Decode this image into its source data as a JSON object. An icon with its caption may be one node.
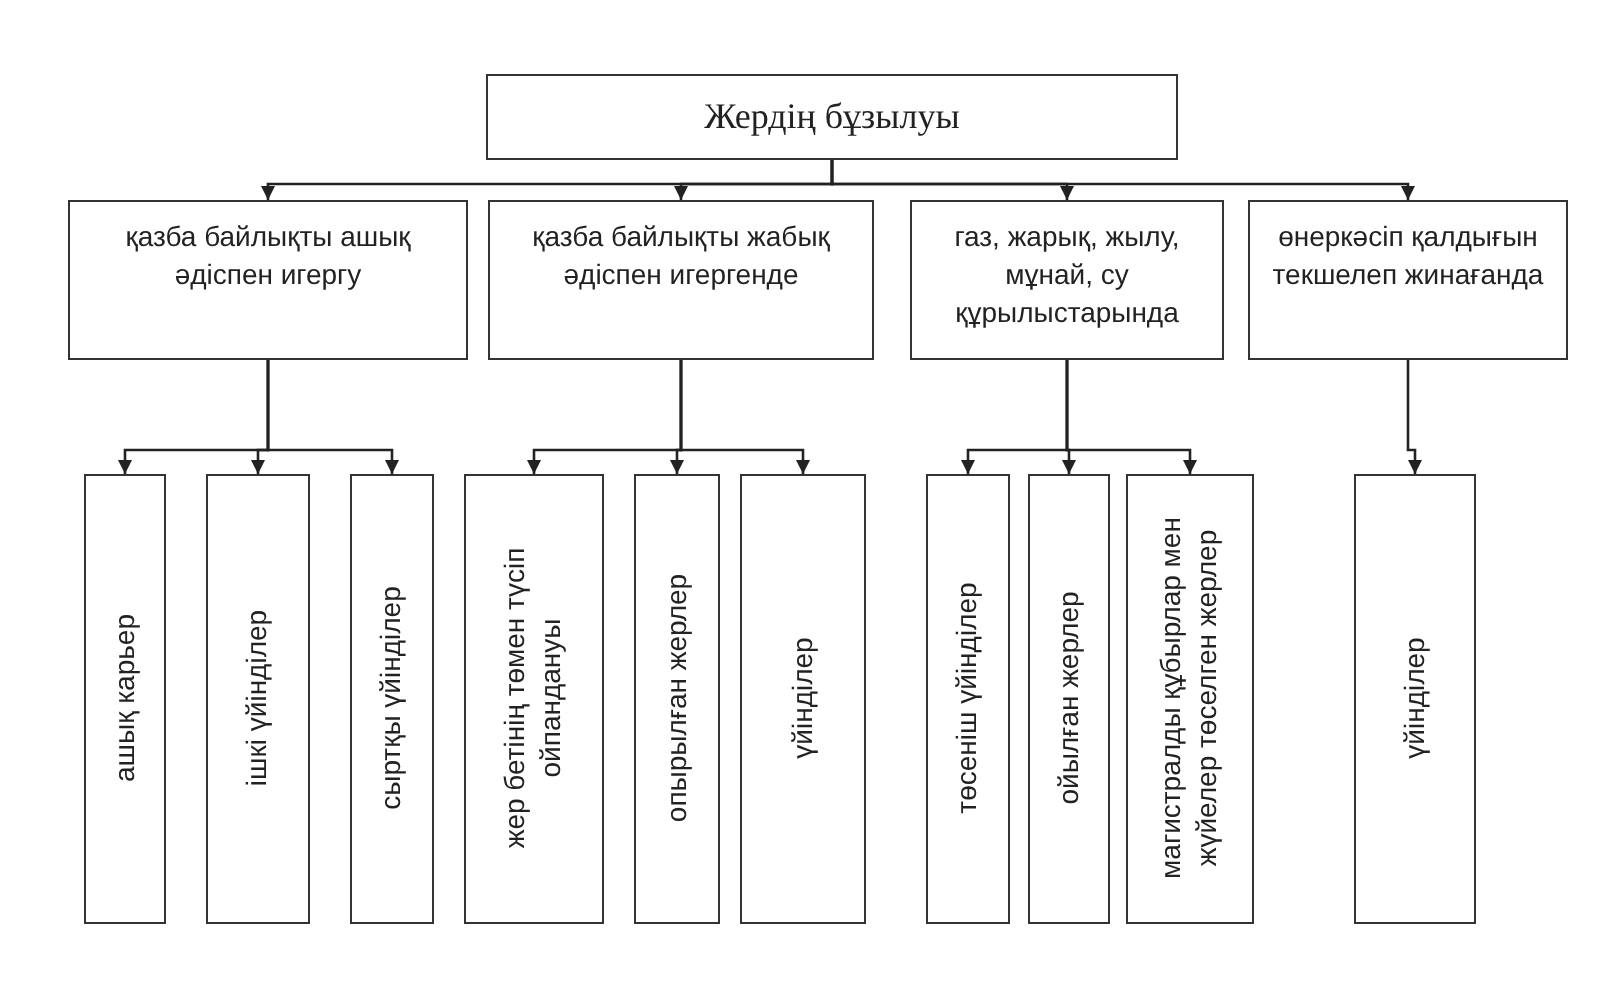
{
  "diagram": {
    "nodes": [
      {
        "text": [
          "Жердің бұзылуы"
        ]
      },
      {
        "text": [
          "қазба байлықты ашық әдіспен игергу"
        ]
      },
      {
        "text": [
          "қазба байлықты жабық әдіспен игергенде"
        ]
      },
      {
        "text": [
          "газ, жарық, жылу, мұнай, су құрылыстарында"
        ]
      },
      {
        "text": [
          "өнеркәсіп қалдығын текшелеп жинағанда"
        ]
      },
      {
        "text": [
          "ашық карьер"
        ]
      },
      {
        "text": [
          "ішкі үйінділер"
        ]
      },
      {
        "text": [
          "сыртқы үйінділер"
        ]
      },
      {
        "text": [
          "жер бетінің төмен түсіп ойпандануы"
        ]
      },
      {
        "text": [
          "опырылған жерлер"
        ]
      },
      {
        "text": [
          "үйінділер"
        ]
      },
      {
        "text": [
          "төсеніш үйінділер"
        ]
      },
      {
        "text": [
          "ойылған жерлер"
        ]
      },
      {
        "text": [
          "магистралды құбырлар мен жүйелер төселген жерлер"
        ]
      },
      {
        "text": [
          "үйінділер"
        ]
      }
    ],
    "edges": [
      {
        "from": 0,
        "to": 1,
        "arrow": "to"
      },
      {
        "from": 0,
        "to": 2,
        "arrow": "to"
      },
      {
        "from": 0,
        "to": 3,
        "arrow": "to"
      },
      {
        "from": 0,
        "to": 4,
        "arrow": "to"
      },
      {
        "from": 1,
        "to": 5,
        "arrow": "to"
      },
      {
        "from": 1,
        "to": 6,
        "arrow": "to"
      },
      {
        "from": 1,
        "to": 7,
        "arrow": "to"
      },
      {
        "from": 2,
        "to": 8,
        "arrow": "to"
      },
      {
        "from": 2,
        "to": 9,
        "arrow": "to"
      },
      {
        "from": 2,
        "to": 10,
        "arrow": "to"
      },
      {
        "from": 3,
        "to": 11,
        "arrow": "to"
      },
      {
        "from": 3,
        "to": 12,
        "arrow": "to"
      },
      {
        "from": 3,
        "to": 13,
        "arrow": "to"
      },
      {
        "from": 4,
        "to": 14,
        "arrow": "to"
      }
    ]
  }
}
